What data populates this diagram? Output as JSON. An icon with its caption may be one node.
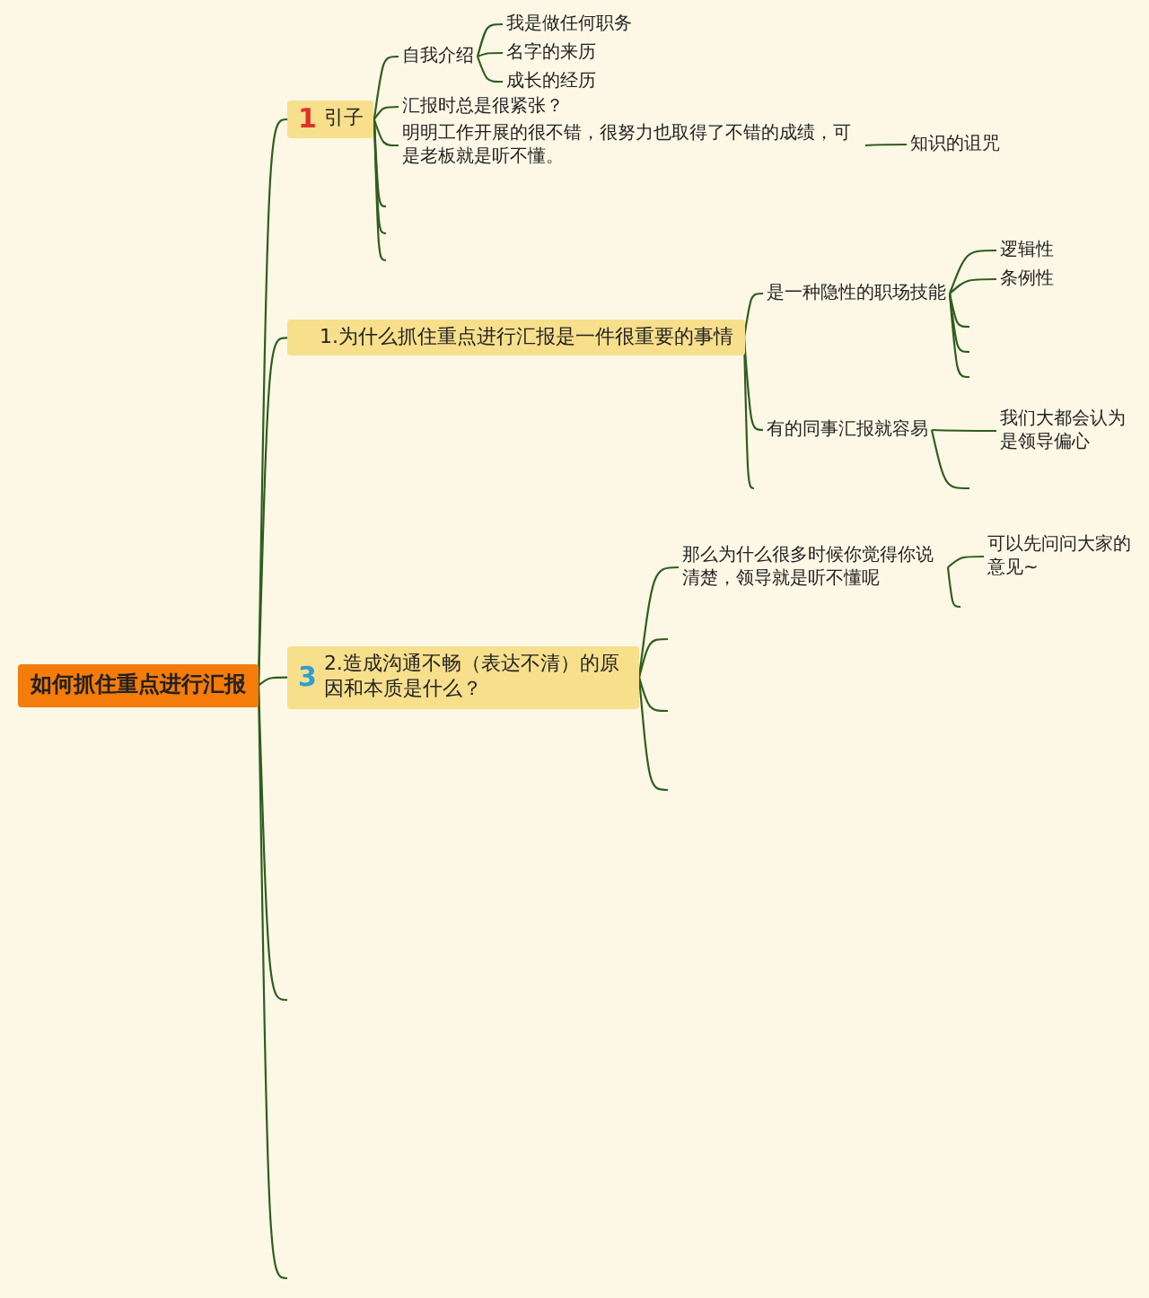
{
  "diagram": {
    "nodes": [
      {
        "text": [
          "如何抓住重点进行汇报"
        ]
      },
      {
        "text": [
          "1",
          "引子"
        ]
      },
      {
        "text": [
          "自我介绍"
        ]
      },
      {
        "text": [
          "我是做任何职务"
        ]
      },
      {
        "text": [
          "名字的来历"
        ]
      },
      {
        "text": [
          "成长的经历"
        ]
      },
      {
        "text": [
          "汇报时总是很紧张？"
        ]
      },
      {
        "text": [
          "明明工作开展的很不错，很努力也取得了不错的成绩，可是老板就是听不懂。"
        ]
      },
      {
        "text": [
          "知识的诅咒"
        ]
      },
      {
        "text": [
          "1.为什么抓住重点进行汇报是一件很重要的事情"
        ]
      },
      {
        "text": [
          "是一种隐性的职场技能"
        ]
      },
      {
        "text": [
          "逻辑性"
        ]
      },
      {
        "text": [
          "条例性"
        ]
      },
      {
        "text": [
          "有的同事汇报就容易"
        ]
      },
      {
        "text": [
          "我们大都会认为是领导偏心"
        ]
      },
      {
        "text": [
          "3",
          "2.造成沟通不畅（表达不清）的原因和本质是什么？"
        ]
      },
      {
        "text": [
          "那么为什么很多时候你觉得你说清楚，领导就是听不懂呢"
        ]
      },
      {
        "text": [
          "可以先问问大家的意见~"
        ]
      }
    ],
    "edges": [
      {
        "from": 0,
        "to": 1,
        "arrow": "none"
      },
      {
        "from": 0,
        "to": 9,
        "arrow": "none"
      },
      {
        "from": 0,
        "to": 15,
        "arrow": "none"
      },
      {
        "from": 0,
        "to": null,
        "arrow": "none"
      },
      {
        "from": 0,
        "to": null,
        "arrow": "none"
      },
      {
        "from": 1,
        "to": 2,
        "arrow": "none"
      },
      {
        "from": 2,
        "to": 3,
        "arrow": "none"
      },
      {
        "from": 2,
        "to": 4,
        "arrow": "none"
      },
      {
        "from": 2,
        "to": 5,
        "arrow": "none"
      },
      {
        "from": 1,
        "to": 6,
        "arrow": "none"
      },
      {
        "from": 1,
        "to": 7,
        "arrow": "none"
      },
      {
        "from": 7,
        "to": 8,
        "arrow": "none"
      },
      {
        "from": 1,
        "to": null,
        "arrow": "none"
      },
      {
        "from": 1,
        "to": null,
        "arrow": "none"
      },
      {
        "from": 1,
        "to": null,
        "arrow": "none"
      },
      {
        "from": 9,
        "to": 10,
        "arrow": "none"
      },
      {
        "from": 10,
        "to": 11,
        "arrow": "none"
      },
      {
        "from": 10,
        "to": 12,
        "arrow": "none"
      },
      {
        "from": 10,
        "to": null,
        "arrow": "none"
      },
      {
        "from": 10,
        "to": null,
        "arrow": "none"
      },
      {
        "from": 10,
        "to": null,
        "arrow": "none"
      },
      {
        "from": 9,
        "to": 13,
        "arrow": "none"
      },
      {
        "from": 13,
        "to": 14,
        "arrow": "none"
      },
      {
        "from": 13,
        "to": null,
        "arrow": "none"
      },
      {
        "from": 9,
        "to": null,
        "arrow": "none"
      },
      {
        "from": 15,
        "to": 16,
        "arrow": "none"
      },
      {
        "from": 16,
        "to": 17,
        "arrow": "none"
      },
      {
        "from": 16,
        "to": null,
        "arrow": "none"
      },
      {
        "from": 15,
        "to": null,
        "arrow": "none"
      },
      {
        "from": 15,
        "to": null,
        "arrow": "none"
      },
      {
        "from": 15,
        "to": null,
        "arrow": "none"
      }
    ]
  }
}
